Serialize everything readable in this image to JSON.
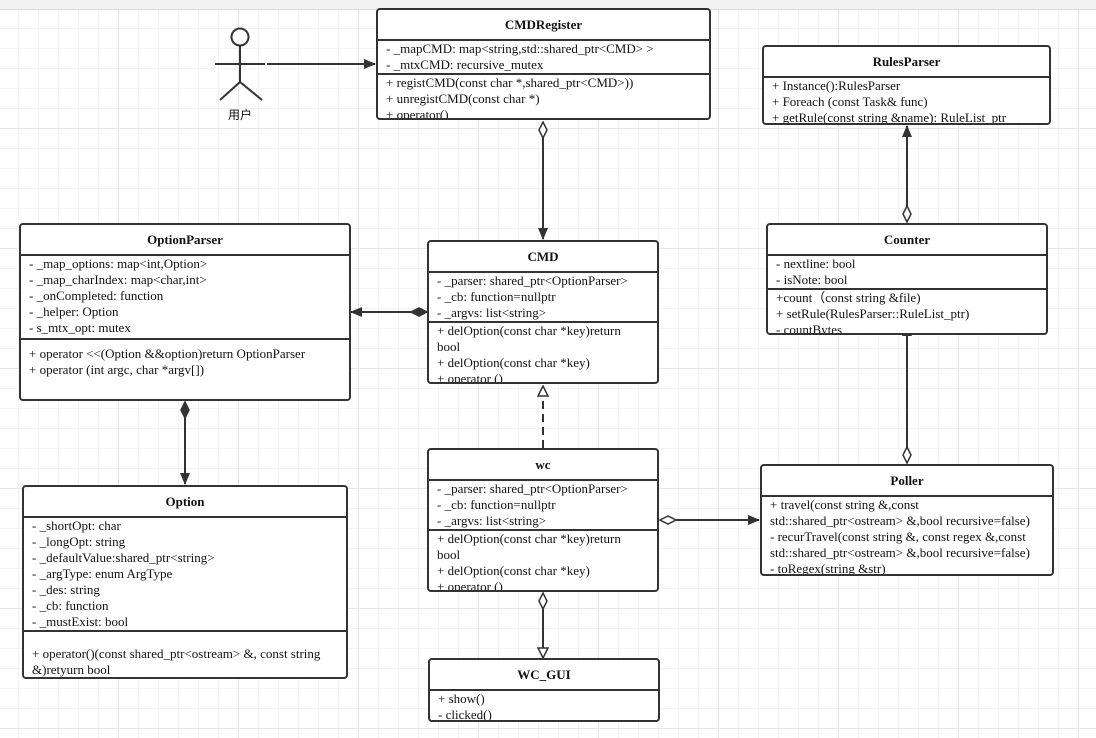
{
  "actor": {
    "label": "用户"
  },
  "classes": {
    "cmdregister": {
      "name": "CMDRegister",
      "attributes": [
        "- _mapCMD: map<string,std::shared_ptr<CMD> >",
        "- _mtxCMD: recursive_mutex"
      ],
      "operations": [
        "+ registCMD(const char *,shared_ptr<CMD>))",
        "+ unregistCMD(const char *)",
        "+ operator()"
      ]
    },
    "rulesparser": {
      "name": "RulesParser",
      "operations": [
        "+ Instance():RulesParser",
        "+ Foreach (const  Task& func)",
        "+ getRule(const string &name): RuleList_ptr"
      ]
    },
    "optionparser": {
      "name": "OptionParser",
      "attributes": [
        "- _map_options: map<int,Option>",
        "- _map_charIndex: map<char,int>",
        "- _onCompleted: function",
        "- _helper: Option",
        "- s_mtx_opt: mutex"
      ],
      "operations": [
        "+ operator <<(Option &&option)return OptionParser",
        "+ operator (int argc, char *argv[])"
      ]
    },
    "cmd": {
      "name": "CMD",
      "attributes": [
        "- _parser: shared_ptr<OptionParser>",
        "- _cb: function=nullptr",
        "- _argvs: list<string>"
      ],
      "operations": [
        "+ delOption(const char *key)return bool",
        "+ delOption(const char *key)",
        "+ operator ()"
      ]
    },
    "counter": {
      "name": "Counter",
      "attributes": [
        "- nextline: bool",
        "- isNote: bool"
      ],
      "operations": [
        "+count（const string &file)",
        "+ setRule(RulesParser::RuleList_ptr)",
        "- countBytes"
      ]
    },
    "wc": {
      "name": "wc",
      "attributes": [
        "- _parser: shared_ptr<OptionParser>",
        "- _cb: function=nullptr",
        "- _argvs: list<string>"
      ],
      "operations": [
        "+ delOption(const char *key)return bool",
        "+ delOption(const char *key)",
        "+ operator ()"
      ]
    },
    "poller": {
      "name": "Poller",
      "operations": [
        "+ travel(const string &,const std::shared_ptr<ostream> &,bool recursive=false)",
        "- recurTravel(const string &, const regex &,const std::shared_ptr<ostream> &,bool recursive=false)",
        "- toRegex(string &str)"
      ]
    },
    "option": {
      "name": "Option",
      "attributes": [
        "- _shortOpt: char",
        "- _longOpt: string",
        "- _defaultValue:shared_ptr<string>",
        "- _argType: enum ArgType",
        "- _des: string",
        "- _cb: function",
        "- _mustExist: bool"
      ],
      "operations": [
        "+ operator()(const shared_ptr<ostream> &, const string &)retyurn  bool"
      ]
    },
    "wc_gui": {
      "name": "WC_GUI",
      "operations": [
        "+ show()",
        "- clicked()"
      ]
    }
  },
  "colors": {
    "line": "#333333",
    "grid": "#e6e6e6"
  }
}
